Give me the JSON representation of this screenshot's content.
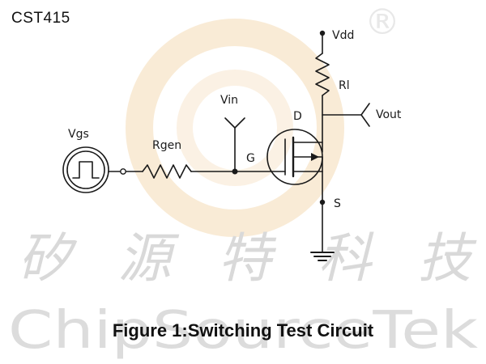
{
  "part_number": "CST415",
  "caption": "Figure 1:Switching Test Circuit",
  "labels": {
    "vdd": "Vdd",
    "rl": "Rl",
    "vout": "Vout",
    "vin": "Vin",
    "d": "D",
    "g": "G",
    "s": "S",
    "vgs": "Vgs",
    "rgen": "Rgen"
  },
  "watermark": {
    "cn": "矽 源 特 科 技",
    "en": "ChipSourceTek",
    "reg": "®"
  },
  "colors": {
    "line": "#1a1a1a",
    "watermark_gray": "#d9d9d9",
    "logo_orange": "#f5d9b0"
  }
}
